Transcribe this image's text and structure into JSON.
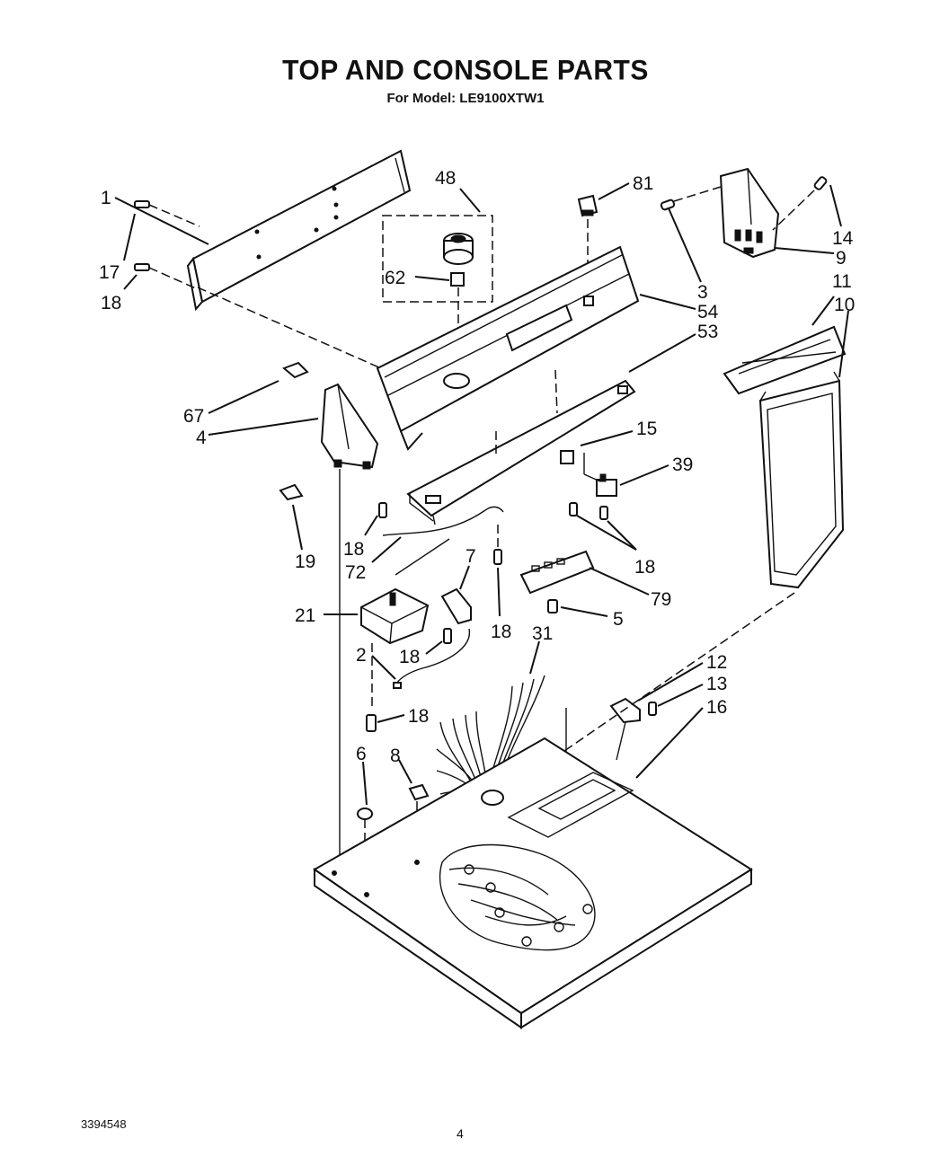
{
  "header": {
    "title": "TOP AND CONSOLE PARTS",
    "subtitle": "For Model: LE9100XTW1"
  },
  "footer": {
    "doc_number": "3394548",
    "page_number": "4"
  },
  "callouts": [
    "1",
    "17",
    "18",
    "48",
    "62",
    "81",
    "3",
    "54",
    "53",
    "14",
    "9",
    "11",
    "10",
    "67",
    "4",
    "15",
    "39",
    "19",
    "18",
    "72",
    "18",
    "7",
    "79",
    "18",
    "21",
    "5",
    "31",
    "2",
    "18",
    "12",
    "13",
    "16",
    "18",
    "6",
    "8"
  ]
}
